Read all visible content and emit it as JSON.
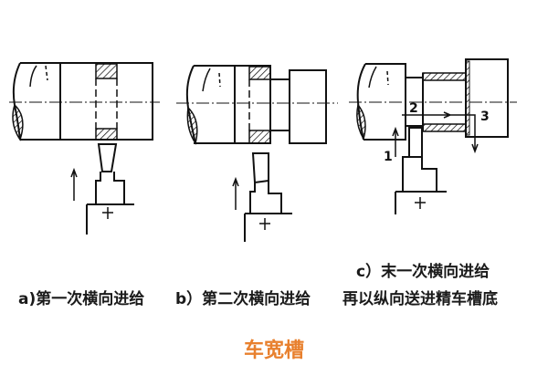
{
  "captions": {
    "a": "a)第一次横向进给",
    "b": "b）第二次横向进给",
    "c_line1": "c）末一次横向进给",
    "c_line2": "再以纵向送进精车槽底"
  },
  "step_labels": [
    "1",
    "2",
    "3"
  ],
  "title": "车宽槽",
  "colors": {
    "title": "#e8802e",
    "line": "#111111"
  }
}
